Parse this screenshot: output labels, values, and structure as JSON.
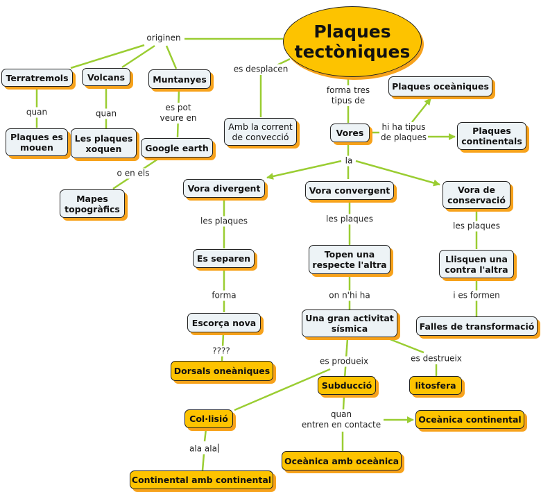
{
  "map_title": "Plaques\ntectòniques",
  "colors": {
    "link": "#9acd32",
    "node_fill": "#edf3f6",
    "highlight_fill": "#fdc300",
    "shadow": "#f7a21b"
  },
  "concepts": {
    "terratremols": "Terratremols",
    "volcans": "Volcans",
    "muntanyes": "Muntanyes",
    "plaques_es_mouen": "Plaques es\nmouen",
    "les_plaques_xoquen": "Les plaques\nxoquen",
    "google_earth": "Google earth",
    "mapes_topografics": "Mapes\ntopogràfics",
    "amb_la_corrent": "Amb la corrent\nde convecció",
    "vores": "Vores",
    "plaques_oceaniques": "Plaques oceàniques",
    "plaques_continentals": "Plaques\ncontinentals",
    "vora_divergent": "Vora divergent",
    "vora_convergent": "Vora convergent",
    "vora_conservacio": "Vora de\nconservació",
    "es_separen": "Es separen",
    "topen": "Topen una\nrespecte l'altra",
    "llisquen": "Llisquen una\ncontra l'altra",
    "escorca_nova": "Escorça nova",
    "activitat_sismica": "Una gran activitat\nsísmica",
    "falles": "Falles de transformació",
    "dorsals": "Dorsals oneàniques",
    "subduccio": "Subducció",
    "litosfera": "litosfera",
    "collisio": "Col·lisió",
    "oceanica_continental": "Oceànica continental",
    "oceanica_oceanica": "Oceànica amb oceànica",
    "continental_continental": "Continental amb continental"
  },
  "linking_phrases": {
    "originen": "originen",
    "quan_1": "quan",
    "quan_2": "quan",
    "es_pot_veure_en": "es pot\nveure en",
    "o_en_els": "o en els",
    "es_desplacen": "es desplacen",
    "forma_tres_tipus_de": "forma tres\ntipus de",
    "hi_ha_tipus_de_plaques": "hi ha tipus\nde plaques",
    "la": "la",
    "les_plaques_1": "les plaques",
    "les_plaques_2": "les plaques",
    "les_plaques_3": "les plaques",
    "forma": "forma",
    "on_nhi_ha": "on n'hi ha",
    "i_es_formen": "i es formen",
    "question": "????",
    "es_produeix": "es produeix",
    "es_destrueix": "es destrueix",
    "quan_entren_en_contacte": "quan\nentren en contacte",
    "ala_ala": "ala ala"
  }
}
